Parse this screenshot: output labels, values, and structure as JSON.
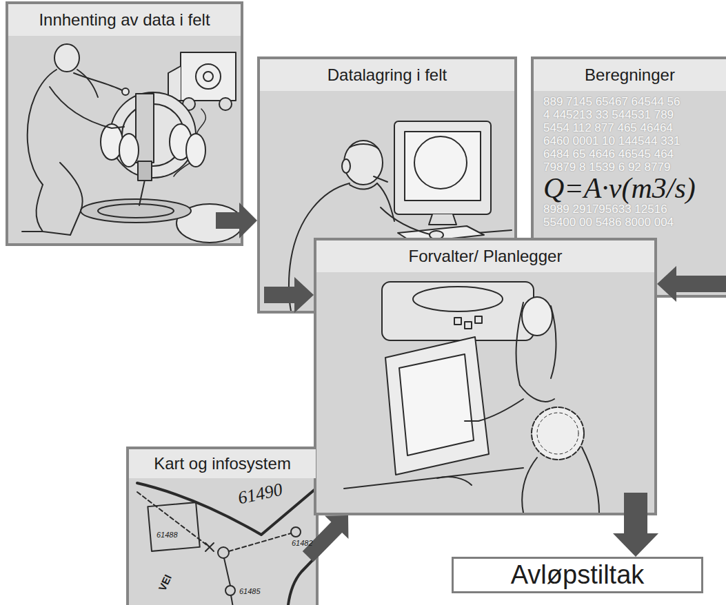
{
  "diagram": {
    "nodes": [
      {
        "text": [
          "Innhenting av data i felt"
        ]
      },
      {
        "text": [
          "Datalagring i felt"
        ]
      },
      {
        "text": [
          "Beregninger",
          "889 7145 65467 64544 56",
          "4 445213 33 544531 789",
          "5454 112 877 465 46464",
          "6460 0001 10 144544 331",
          "6484 65 4646 46545 464",
          "79879 8 1539 6 92 8779",
          "Q=A·v(m3/s)",
          "8989 291795633 12516",
          "55400 00 5486 8000 004"
        ]
      },
      {
        "text": [
          "Forvalter/ Planlegger"
        ]
      },
      {
        "text": [
          "Kart og infosystem"
        ]
      },
      {
        "text": [
          "Avløpstiltak"
        ]
      }
    ],
    "edges": [
      {
        "from": 0,
        "to": 1,
        "arrow": "to"
      },
      {
        "from": 1,
        "to": 3,
        "arrow": "to"
      },
      {
        "from": 2,
        "to": 3,
        "arrow": "to"
      },
      {
        "from": 4,
        "to": 3,
        "arrow": "to"
      },
      {
        "from": 3,
        "to": 5,
        "arrow": "to"
      }
    ],
    "labels": [
      "61490",
      "61482",
      "61488",
      "61485",
      "VEI"
    ]
  }
}
